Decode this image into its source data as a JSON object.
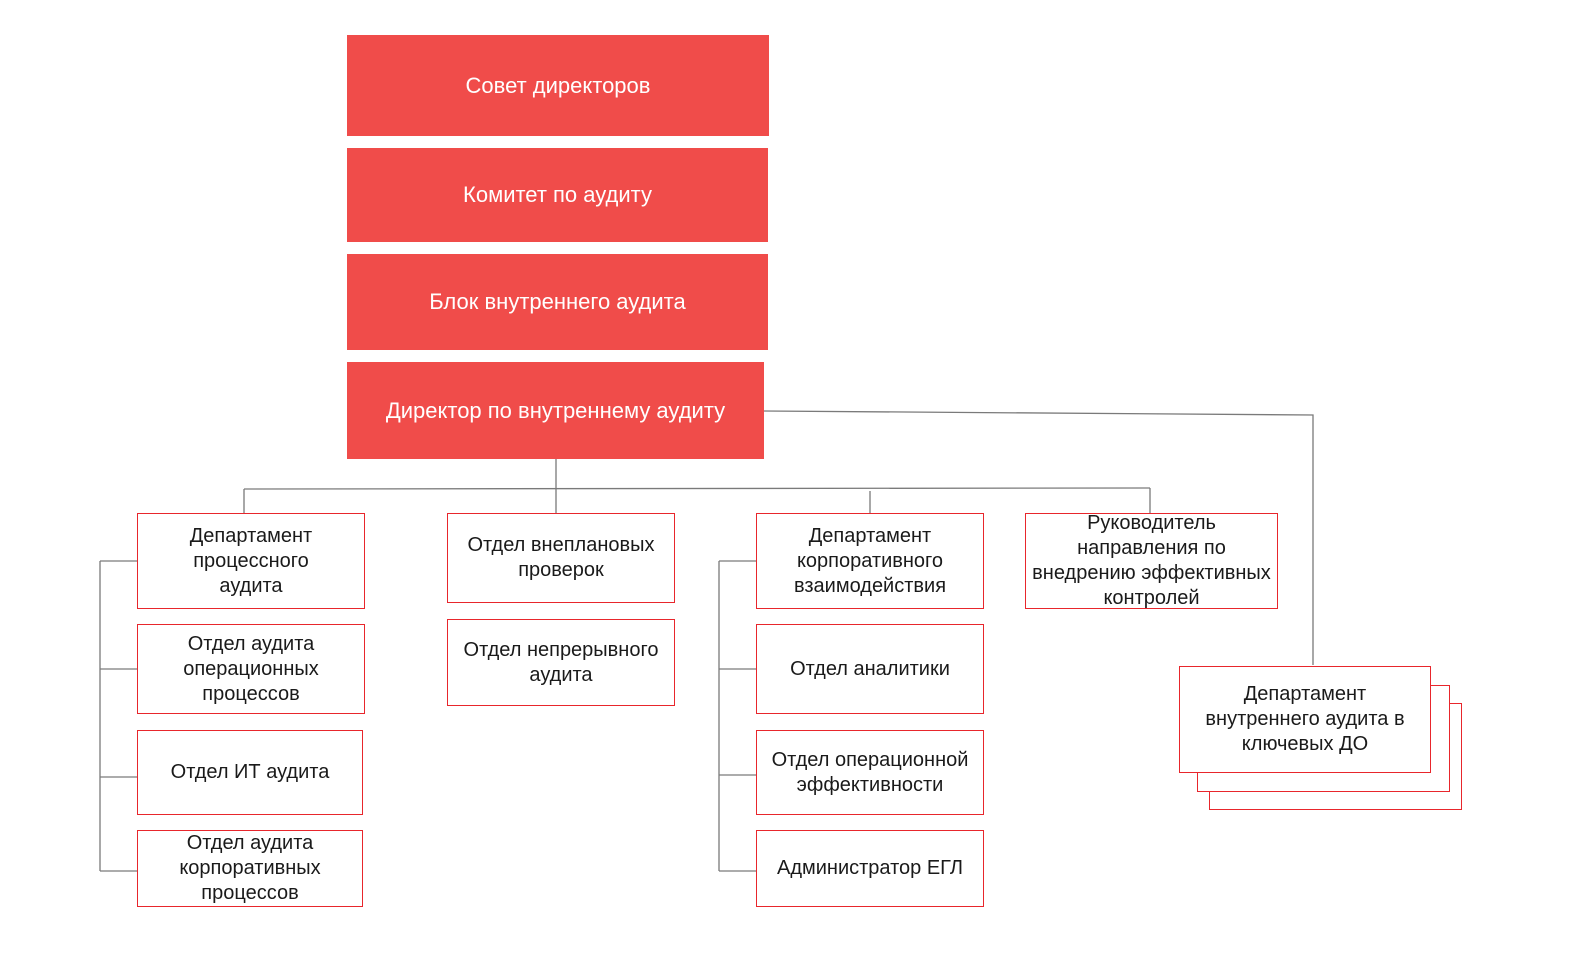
{
  "colors": {
    "primary_fill": "#F04C4A",
    "outline": "#E8262C",
    "connector": "#7a7a7a"
  },
  "top": {
    "board": "Совет директоров",
    "committee": "Комитет по аудиту",
    "block": "Блок внутреннего аудита",
    "director": "Директор по внутреннему аудиту"
  },
  "col1": {
    "dept": "Департамент процессного аудита",
    "ops": "Отдел аудита операционных процессов",
    "it": "Отдел ИТ аудита",
    "corp": "Отдел аудита корпоративных процессов"
  },
  "col2": {
    "unplanned": "Отдел внеплановых проверок",
    "continuous": "Отдел непрерывного аудита"
  },
  "col3": {
    "dept": "Департамент корпоративного взаимодействия",
    "analytics": "Отдел аналитики",
    "efficiency": "Отдел операционной эффективности",
    "admin": "Администратор ЕГЛ"
  },
  "col4": {
    "head": "Руководитель направления по внедрению эффективных контролей"
  },
  "col5": {
    "dept": "Департамент внутреннего аудита в ключевых ДО"
  }
}
